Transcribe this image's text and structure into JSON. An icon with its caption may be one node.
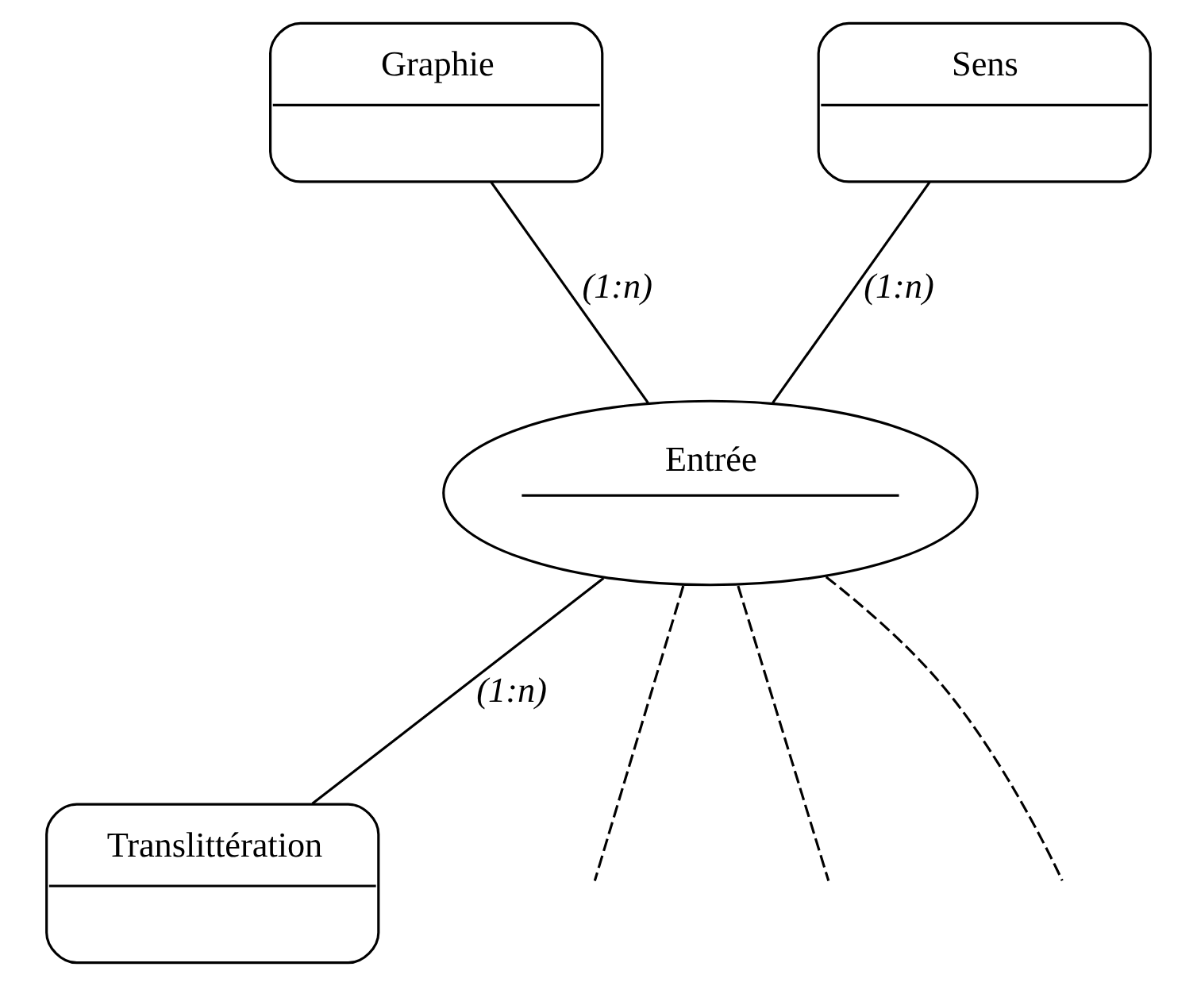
{
  "diagram": {
    "nodes": [
      {
        "text": [
          "Graphie"
        ]
      },
      {
        "text": [
          "Sens"
        ]
      },
      {
        "text": [
          "Entrée"
        ]
      },
      {
        "text": [
          "Translittération"
        ]
      }
    ],
    "edges": [
      {
        "from": 0,
        "to": 2,
        "arrow": "none",
        "label": "(1:n)"
      },
      {
        "from": 1,
        "to": 2,
        "arrow": "none",
        "label": "(1:n)"
      },
      {
        "from": 2,
        "to": 3,
        "arrow": "none",
        "label": "(1:n)"
      },
      {
        "from": 2,
        "to": null,
        "arrow": "none",
        "style": "dashed"
      },
      {
        "from": 2,
        "to": null,
        "arrow": "none",
        "style": "dashed"
      },
      {
        "from": 2,
        "to": null,
        "arrow": "none",
        "style": "dashed"
      }
    ]
  }
}
